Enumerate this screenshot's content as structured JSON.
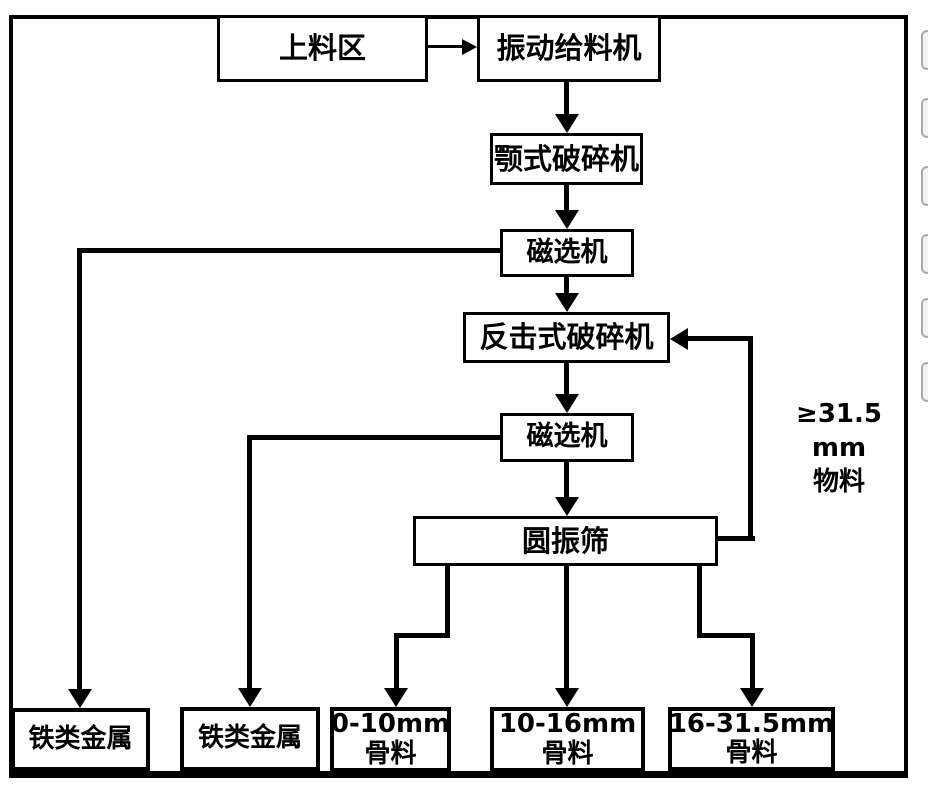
{
  "diagram": {
    "title_hint": "construction-waste-aggregate-process-flowchart",
    "colors": {
      "line": "#000000",
      "box_background": "#ffffff",
      "box_border": "#000000"
    },
    "nodes": {
      "feed_area": "上料区",
      "vibrating_feeder": "振动给料机",
      "jaw_crusher": "颚式破碎机",
      "magnetic_separator_1": "磁选机",
      "impact_crusher": "反击式破碎机",
      "magnetic_separator_2": "磁选机",
      "circular_vibrating_screen": "圆振筛",
      "ferrous_metal_1": "铁类金属",
      "ferrous_metal_2": "铁类金属",
      "aggregate_0_10": {
        "size": "0-10mm",
        "material": "骨料"
      },
      "aggregate_10_16": {
        "size": "10-16mm",
        "material": "骨料"
      },
      "aggregate_16_31_5": {
        "size": "16-31.5mm",
        "material": "骨料"
      }
    },
    "recycle_label": {
      "line1": "≥31.5 mm",
      "line2": "物料"
    },
    "edges": [
      {
        "from": "feed_area",
        "to": "vibrating_feeder"
      },
      {
        "from": "vibrating_feeder",
        "to": "jaw_crusher"
      },
      {
        "from": "jaw_crusher",
        "to": "magnetic_separator_1"
      },
      {
        "from": "magnetic_separator_1",
        "to": "ferrous_metal_1"
      },
      {
        "from": "magnetic_separator_1",
        "to": "impact_crusher"
      },
      {
        "from": "impact_crusher",
        "to": "magnetic_separator_2"
      },
      {
        "from": "magnetic_separator_2",
        "to": "ferrous_metal_2"
      },
      {
        "from": "magnetic_separator_2",
        "to": "circular_vibrating_screen"
      },
      {
        "from": "circular_vibrating_screen",
        "to": "aggregate_0_10"
      },
      {
        "from": "circular_vibrating_screen",
        "to": "aggregate_10_16"
      },
      {
        "from": "circular_vibrating_screen",
        "to": "aggregate_16_31_5"
      },
      {
        "from": "circular_vibrating_screen",
        "to": "impact_crusher",
        "label": "≥31.5 mm 物料"
      }
    ]
  }
}
